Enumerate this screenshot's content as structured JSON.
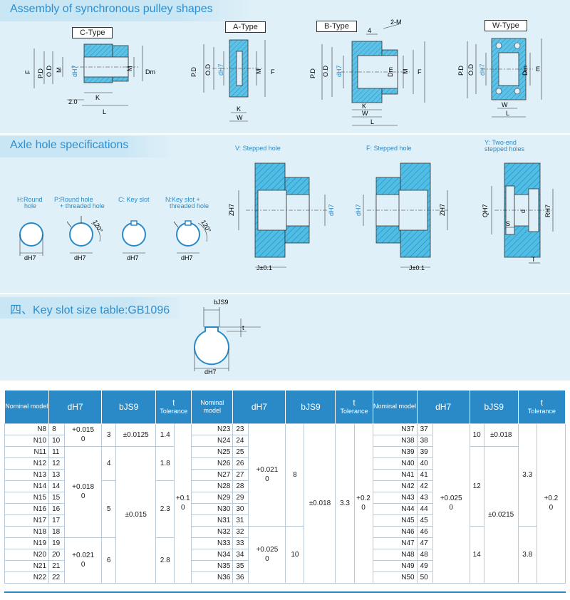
{
  "assembly": {
    "title": "Assembly of synchronous pulley shapes",
    "types": [
      "C-Type",
      "A-Type",
      "B-Type",
      "W-Type"
    ],
    "c_type": {
      "dims": [
        "F",
        "P.D",
        "O.D",
        "M",
        "dH7",
        "M",
        "Dm",
        "K",
        "2.0",
        "L"
      ]
    },
    "a_type": {
      "dims": [
        "P.D",
        "O.D",
        "dH7",
        "M",
        "F",
        "K",
        "W"
      ]
    },
    "b_type": {
      "dims": [
        "4",
        "2-M",
        "P.D",
        "O.D",
        "dH7",
        "Dm",
        "M",
        "F",
        "K",
        "W",
        "L"
      ]
    },
    "w_type": {
      "dims": [
        "P.D",
        "O.D",
        "dH7",
        "Dm",
        "E",
        "W",
        "L"
      ]
    }
  },
  "axle": {
    "title": "Axle hole specifications",
    "holes": [
      {
        "code_label": "H:Round hole",
        "lines": [
          "H:Round",
          "hole"
        ],
        "dim": "dH7"
      },
      {
        "code_label": "P:Round hole + threaded hole",
        "lines": [
          "P:Round hole",
          "+ threaded hole"
        ],
        "dim": "dH7",
        "angle": "120°"
      },
      {
        "code_label": "C: Key slot",
        "lines": [
          "C:  Key slot"
        ],
        "dim": "dH7"
      },
      {
        "code_label": "N:Key slot + threaded hole",
        "lines": [
          "N:Key slot +",
          "threaded hole"
        ],
        "dim": "dH7",
        "angle": "120°"
      }
    ],
    "stepped": [
      {
        "label": "V:  Stepped hole",
        "dims": [
          "ZH7",
          "dH7",
          "J±0.1"
        ]
      },
      {
        "label": "F:  Stepped hole",
        "dims": [
          "dH7",
          "ZH7",
          "J±0.1"
        ]
      },
      {
        "label_lines": [
          "Y:  Two-end",
          "stepped holes"
        ],
        "dims": [
          "QH7",
          "d",
          "RH7",
          "S",
          "T"
        ]
      }
    ]
  },
  "keyslot": {
    "title": "四、Key slot size table:GB1096",
    "dims": {
      "b": "bJS9",
      "t": "t",
      "d": "dH7"
    }
  },
  "table": {
    "headers": {
      "model": "Nominal model",
      "dh7": "dH7",
      "bjs9": "bJS9",
      "t": "t",
      "tolerance": "Tolerance"
    },
    "group1": {
      "models": [
        "N8",
        "N10",
        "N11",
        "N12",
        "N13",
        "N14",
        "N15",
        "N16",
        "N17",
        "N18",
        "N19",
        "N20",
        "N21",
        "N22"
      ],
      "d": [
        "8",
        "10",
        "11",
        "12",
        "13",
        "14",
        "15",
        "16",
        "17",
        "18",
        "19",
        "20",
        "21",
        "22"
      ],
      "d_tol": [
        "+0.015",
        "0",
        "+0.018",
        "0",
        "+0.021",
        "0"
      ],
      "b": [
        "3",
        "4",
        "5",
        "6"
      ],
      "b_tol": [
        "±0.0125",
        "±0.015"
      ],
      "t": [
        "1.4",
        "1.8",
        "2.3",
        "2.8"
      ],
      "t_tol": [
        "+0.1",
        "0"
      ]
    },
    "group2": {
      "models": [
        "N23",
        "N24",
        "N25",
        "N26",
        "N27",
        "N28",
        "N29",
        "N30",
        "N31",
        "N32",
        "N33",
        "N34",
        "N35",
        "N36"
      ],
      "d": [
        "23",
        "24",
        "25",
        "26",
        "27",
        "28",
        "29",
        "30",
        "31",
        "32",
        "33",
        "34",
        "35",
        "36"
      ],
      "d_tol": [
        "+0.021",
        "0",
        "+0.025",
        "0"
      ],
      "b": [
        "8",
        "10"
      ],
      "b_tol": [
        "±0.018"
      ],
      "t": [
        "3.3"
      ],
      "t_tol": [
        "+0.2",
        "0"
      ]
    },
    "group3": {
      "models": [
        "N37",
        "N38",
        "N39",
        "N40",
        "N41",
        "N42",
        "N43",
        "N44",
        "N45",
        "N46",
        "N47",
        "N48",
        "N49",
        "N50"
      ],
      "d": [
        "37",
        "38",
        "39",
        "40",
        "41",
        "42",
        "43",
        "44",
        "45",
        "46",
        "47",
        "48",
        "49",
        "50"
      ],
      "d_tol": [
        "+0.025",
        "0"
      ],
      "b": [
        "10",
        "12",
        "14"
      ],
      "b_tol": [
        "±0.018",
        "±0.0215"
      ],
      "t": [
        "3.3",
        "3.8"
      ],
      "t_tol": [
        "+0.2",
        "0"
      ]
    }
  },
  "colors": {
    "accent": "#2a8ac8",
    "title": "#2c8fd0",
    "panel": "#dff0f8",
    "part": "#3cb4dc"
  }
}
